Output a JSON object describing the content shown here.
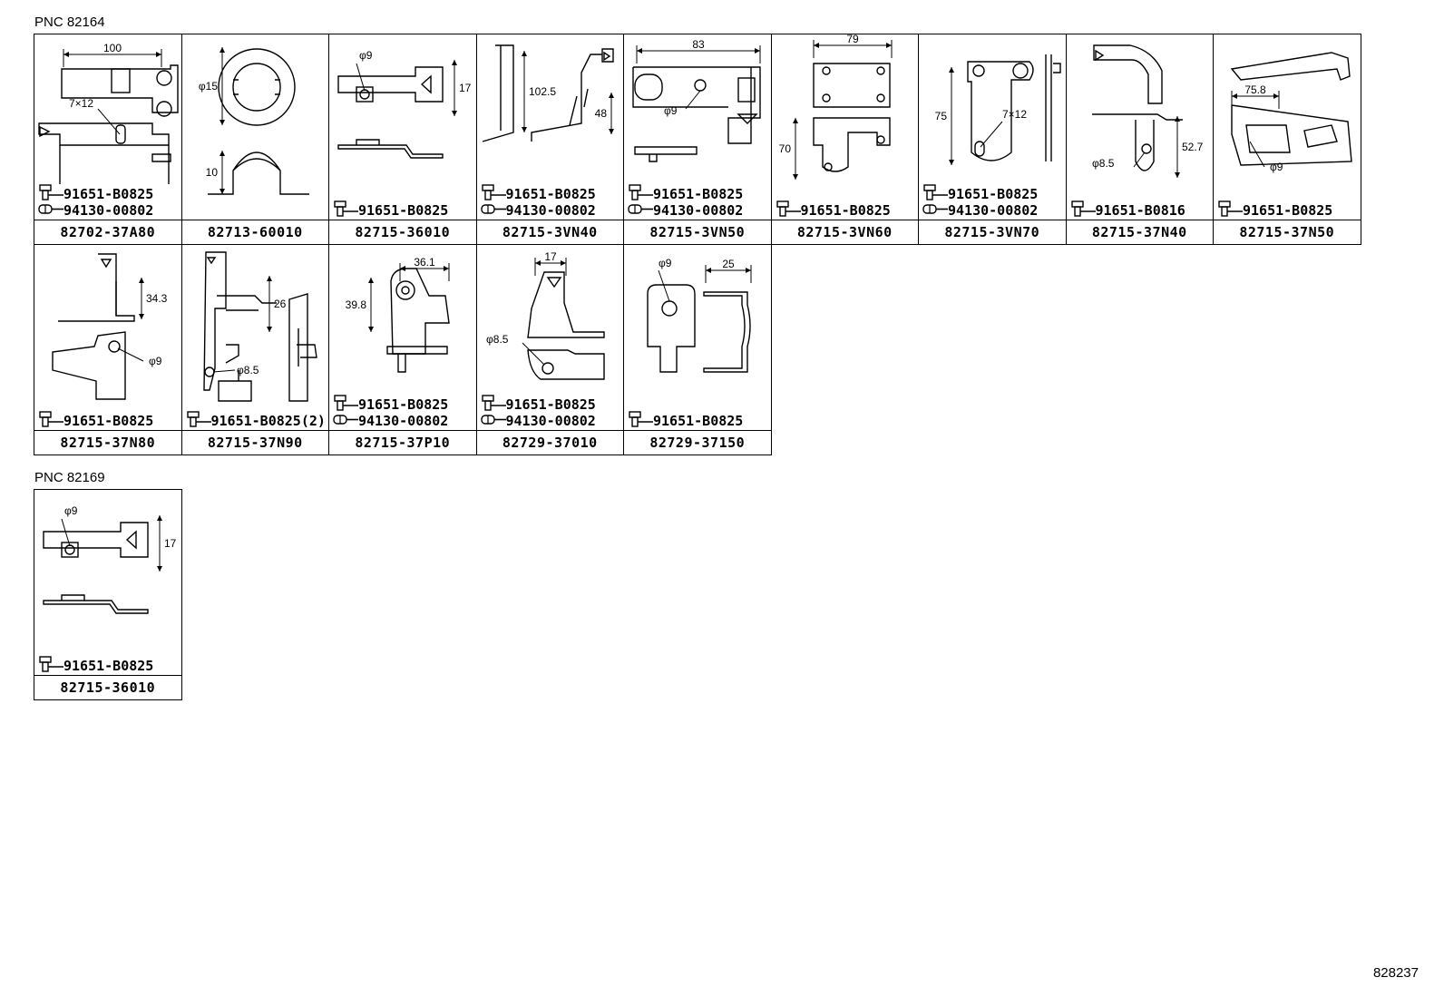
{
  "sections": [
    {
      "pnc_label": "PNC 82164",
      "rows": [
        [
          {
            "part": "82702-37A80",
            "fasteners": [
              {
                "type": "bolt",
                "code": "91651-B0825"
              },
              {
                "type": "clip",
                "code": "94130-00802"
              }
            ],
            "dims": [
              "100",
              "7×12"
            ]
          },
          {
            "part": "82713-60010",
            "fasteners": [],
            "dims": [
              "φ15",
              "10"
            ]
          },
          {
            "part": "82715-36010",
            "fasteners": [
              {
                "type": "bolt",
                "code": "91651-B0825"
              }
            ],
            "dims": [
              "φ9",
              "17"
            ]
          },
          {
            "part": "82715-3VN40",
            "fasteners": [
              {
                "type": "bolt",
                "code": "91651-B0825"
              },
              {
                "type": "clip",
                "code": "94130-00802"
              }
            ],
            "dims": [
              "102.5",
              "48"
            ]
          },
          {
            "part": "82715-3VN50",
            "fasteners": [
              {
                "type": "bolt",
                "code": "91651-B0825"
              },
              {
                "type": "clip",
                "code": "94130-00802"
              }
            ],
            "dims": [
              "83",
              "φ9"
            ]
          },
          {
            "part": "82715-3VN60",
            "fasteners": [
              {
                "type": "bolt",
                "code": "91651-B0825"
              }
            ],
            "dims": [
              "79",
              "70"
            ]
          },
          {
            "part": "82715-3VN70",
            "fasteners": [
              {
                "type": "bolt",
                "code": "91651-B0825"
              },
              {
                "type": "clip",
                "code": "94130-00802"
              }
            ],
            "dims": [
              "75",
              "7×12"
            ]
          },
          {
            "part": "82715-37N40",
            "fasteners": [
              {
                "type": "bolt",
                "code": "91651-B0816"
              }
            ],
            "dims": [
              "52.7",
              "φ8.5"
            ]
          },
          {
            "part": "82715-37N50",
            "fasteners": [
              {
                "type": "bolt",
                "code": "91651-B0825"
              }
            ],
            "dims": [
              "75.8",
              "φ9"
            ]
          }
        ],
        [
          {
            "part": "82715-37N80",
            "fasteners": [
              {
                "type": "bolt",
                "code": "91651-B0825"
              }
            ],
            "dims": [
              "34.3",
              "φ9"
            ]
          },
          {
            "part": "82715-37N90",
            "fasteners": [
              {
                "type": "bolt",
                "code": "91651-B0825(2)"
              }
            ],
            "dims": [
              "26",
              "φ8.5"
            ]
          },
          {
            "part": "82715-37P10",
            "fasteners": [
              {
                "type": "bolt",
                "code": "91651-B0825"
              },
              {
                "type": "clip",
                "code": "94130-00802"
              }
            ],
            "dims": [
              "36.1",
              "39.8"
            ]
          },
          {
            "part": "82729-37010",
            "fasteners": [
              {
                "type": "bolt",
                "code": "91651-B0825"
              },
              {
                "type": "clip",
                "code": "94130-00802"
              }
            ],
            "dims": [
              "17",
              "φ8.5"
            ]
          },
          {
            "part": "82729-37150",
            "fasteners": [
              {
                "type": "bolt",
                "code": "91651-B0825"
              }
            ],
            "dims": [
              "φ9",
              "25"
            ]
          }
        ]
      ]
    },
    {
      "pnc_label": "PNC 82169",
      "rows": [
        [
          {
            "part": "82715-36010",
            "fasteners": [
              {
                "type": "bolt",
                "code": "91651-B0825"
              }
            ],
            "dims": [
              "φ9",
              "17"
            ]
          }
        ]
      ]
    }
  ],
  "diagram_ref": "828237"
}
